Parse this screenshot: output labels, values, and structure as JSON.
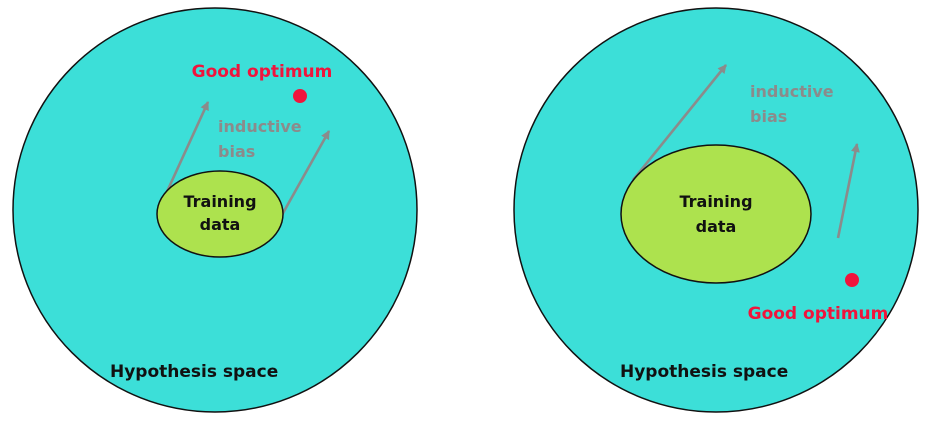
{
  "colors": {
    "hypothesis_space": "#3CDFD8",
    "training_data": "#ADE24E",
    "optimum": "#F0143C",
    "arrow": "#8B8B8B",
    "training_text": "#111111",
    "hypothesis_text": "#111111"
  },
  "diagram": {
    "panels": [
      {
        "id": "left-small-training-set",
        "hypothesis_label": "Hypothesis space",
        "training_label": [
          "Training",
          "data"
        ],
        "bias_label": [
          "inductive",
          "bias"
        ],
        "optimum_label": "Good optimum"
      },
      {
        "id": "right-large-training-set",
        "hypothesis_label": "Hypothesis space",
        "training_label": [
          "Training",
          "data"
        ],
        "bias_label": [
          "inductive",
          "bias"
        ],
        "optimum_label": "Good optimum"
      }
    ]
  }
}
